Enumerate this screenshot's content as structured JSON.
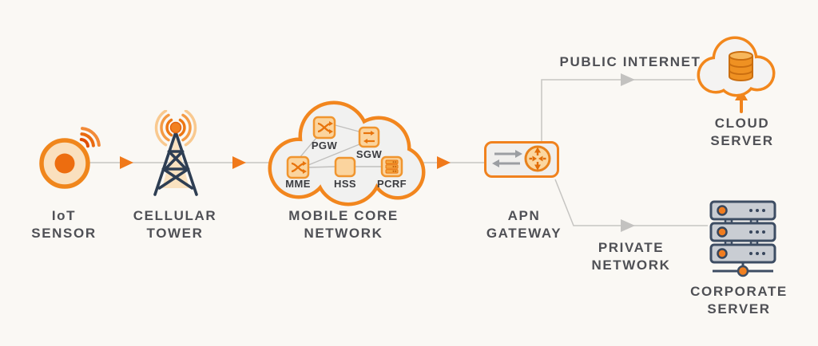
{
  "colors": {
    "accent_orange": "#F0821E",
    "dark_orange": "#E8730B",
    "light_orange_fill": "#FBD7A0",
    "navy": "#2E3E53",
    "gray_line": "#C6C5C2",
    "text": "#4F5055",
    "background": "#FAF8F4"
  },
  "nodes": {
    "iot_sensor": {
      "line1": "IoT",
      "line2": "SENSOR",
      "icon": "iot-sensor-icon"
    },
    "cellular_tower": {
      "line1": "CELLULAR",
      "line2": "TOWER",
      "icon": "cellular-tower-icon"
    },
    "mobile_core_network": {
      "line1": "MOBILE CORE",
      "line2": "NETWORK",
      "icon": "cloud-icon",
      "components": [
        {
          "label": "PGW",
          "icon": "switch-icon"
        },
        {
          "label": "SGW",
          "icon": "dual-arrow-icon"
        },
        {
          "label": "MME",
          "icon": "switch-icon"
        },
        {
          "label": "HSS",
          "icon": "box-icon"
        },
        {
          "label": "PCRF",
          "icon": "server-stack-icon"
        }
      ]
    },
    "apn_gateway": {
      "line1": "APN",
      "line2": "GATEWAY",
      "icon": "router-icon"
    },
    "cloud_server": {
      "line1": "CLOUD",
      "line2": "SERVER",
      "icon": "database-cloud-icon"
    },
    "corporate_server": {
      "line1": "CORPORATE",
      "line2": "SERVER",
      "icon": "server-rack-icon"
    }
  },
  "links": {
    "public_internet": {
      "label": "PUBLIC INTERNET"
    },
    "private_network": {
      "line1": "PRIVATE",
      "line2": "NETWORK"
    }
  }
}
